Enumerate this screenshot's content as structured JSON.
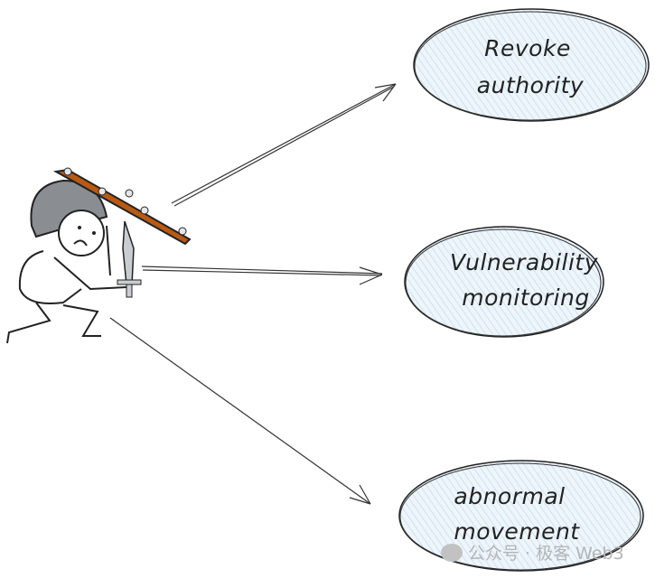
{
  "nodes": [
    {
      "line1": "Revoke",
      "line2": "authority"
    },
    {
      "line1": "Vulnerability",
      "line2": "monitoring"
    },
    {
      "line1": "abnormal",
      "line2": "movement"
    }
  ],
  "colors": {
    "ellipse_fill": "#dcecf8",
    "stroke": "#222222",
    "shield": "#b85a14",
    "helmet": "#8a8d91"
  },
  "watermark": {
    "icon": "wechat-icon",
    "text": "公众号 · 极客 Web3"
  }
}
